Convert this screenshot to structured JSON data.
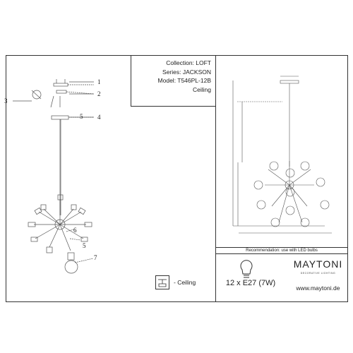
{
  "info": {
    "collection": "Collection: LOFT",
    "series": "Series: JACKSON",
    "model": "Model: T546PL-12B",
    "mount": "Ceiling"
  },
  "callouts": [
    "1",
    "2",
    "3",
    "4",
    "5",
    "6",
    "7",
    "5"
  ],
  "recommendation": "Recommendation:  use with LED bulbs",
  "bulb_spec": "12 x E27 (7W)",
  "brand": {
    "name": "MAYTONI",
    "tagline": "DECORATIVE LIGHTING",
    "url": "www.maytoni.de"
  },
  "legend": {
    "label": "- Ceiling",
    "icon": "ceiling-mount-icon"
  },
  "icons": [
    "bulb-icon",
    "ceiling-mount-icon"
  ]
}
